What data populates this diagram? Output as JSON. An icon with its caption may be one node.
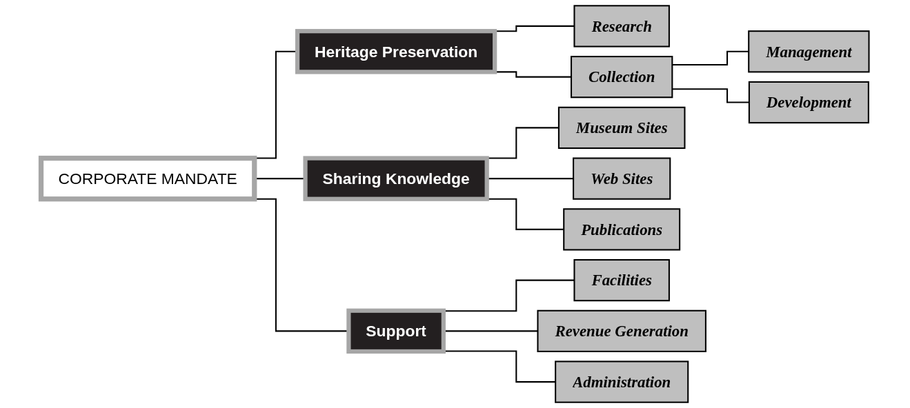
{
  "diagram": {
    "nodes": [
      {
        "text": [
          "CORPORATE MANDATE"
        ]
      },
      {
        "text": [
          "Heritage Preservation"
        ]
      },
      {
        "text": [
          "Research"
        ]
      },
      {
        "text": [
          "Collection"
        ]
      },
      {
        "text": [
          "Management"
        ]
      },
      {
        "text": [
          "Development"
        ]
      },
      {
        "text": [
          "Sharing Knowledge"
        ]
      },
      {
        "text": [
          "Museum Sites"
        ]
      },
      {
        "text": [
          "Web Sites"
        ]
      },
      {
        "text": [
          "Publications"
        ]
      },
      {
        "text": [
          "Support"
        ]
      },
      {
        "text": [
          "Facilities"
        ]
      },
      {
        "text": [
          "Revenue Generation"
        ]
      },
      {
        "text": [
          "Administration"
        ]
      }
    ],
    "edges": [
      {
        "from": 0,
        "to": 1,
        "arrow": "none"
      },
      {
        "from": 0,
        "to": 6,
        "arrow": "none"
      },
      {
        "from": 0,
        "to": 10,
        "arrow": "none"
      },
      {
        "from": 1,
        "to": 2,
        "arrow": "none"
      },
      {
        "from": 1,
        "to": 3,
        "arrow": "none"
      },
      {
        "from": 3,
        "to": 4,
        "arrow": "none"
      },
      {
        "from": 3,
        "to": 5,
        "arrow": "none"
      },
      {
        "from": 6,
        "to": 7,
        "arrow": "none"
      },
      {
        "from": 6,
        "to": 8,
        "arrow": "none"
      },
      {
        "from": 6,
        "to": 9,
        "arrow": "none"
      },
      {
        "from": 10,
        "to": 11,
        "arrow": "none"
      },
      {
        "from": 10,
        "to": 12,
        "arrow": "none"
      },
      {
        "from": 10,
        "to": 13,
        "arrow": "none"
      }
    ]
  }
}
